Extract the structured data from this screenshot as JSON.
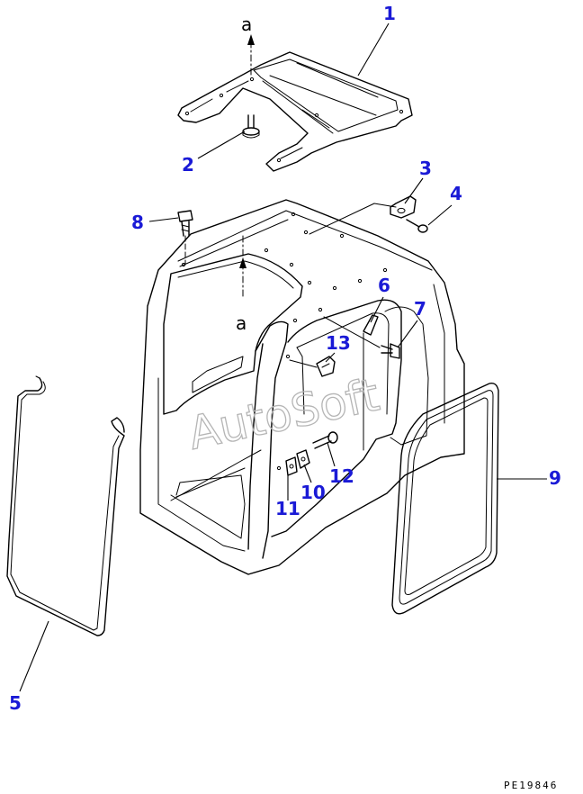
{
  "diagram": {
    "part_labels": [
      "1",
      "2",
      "3",
      "4",
      "5",
      "6",
      "7",
      "8",
      "9",
      "10",
      "11",
      "12",
      "13"
    ],
    "ref_marks": [
      "a",
      "a"
    ],
    "watermark": "AutoSoft",
    "drawing_code": "PE19846"
  }
}
